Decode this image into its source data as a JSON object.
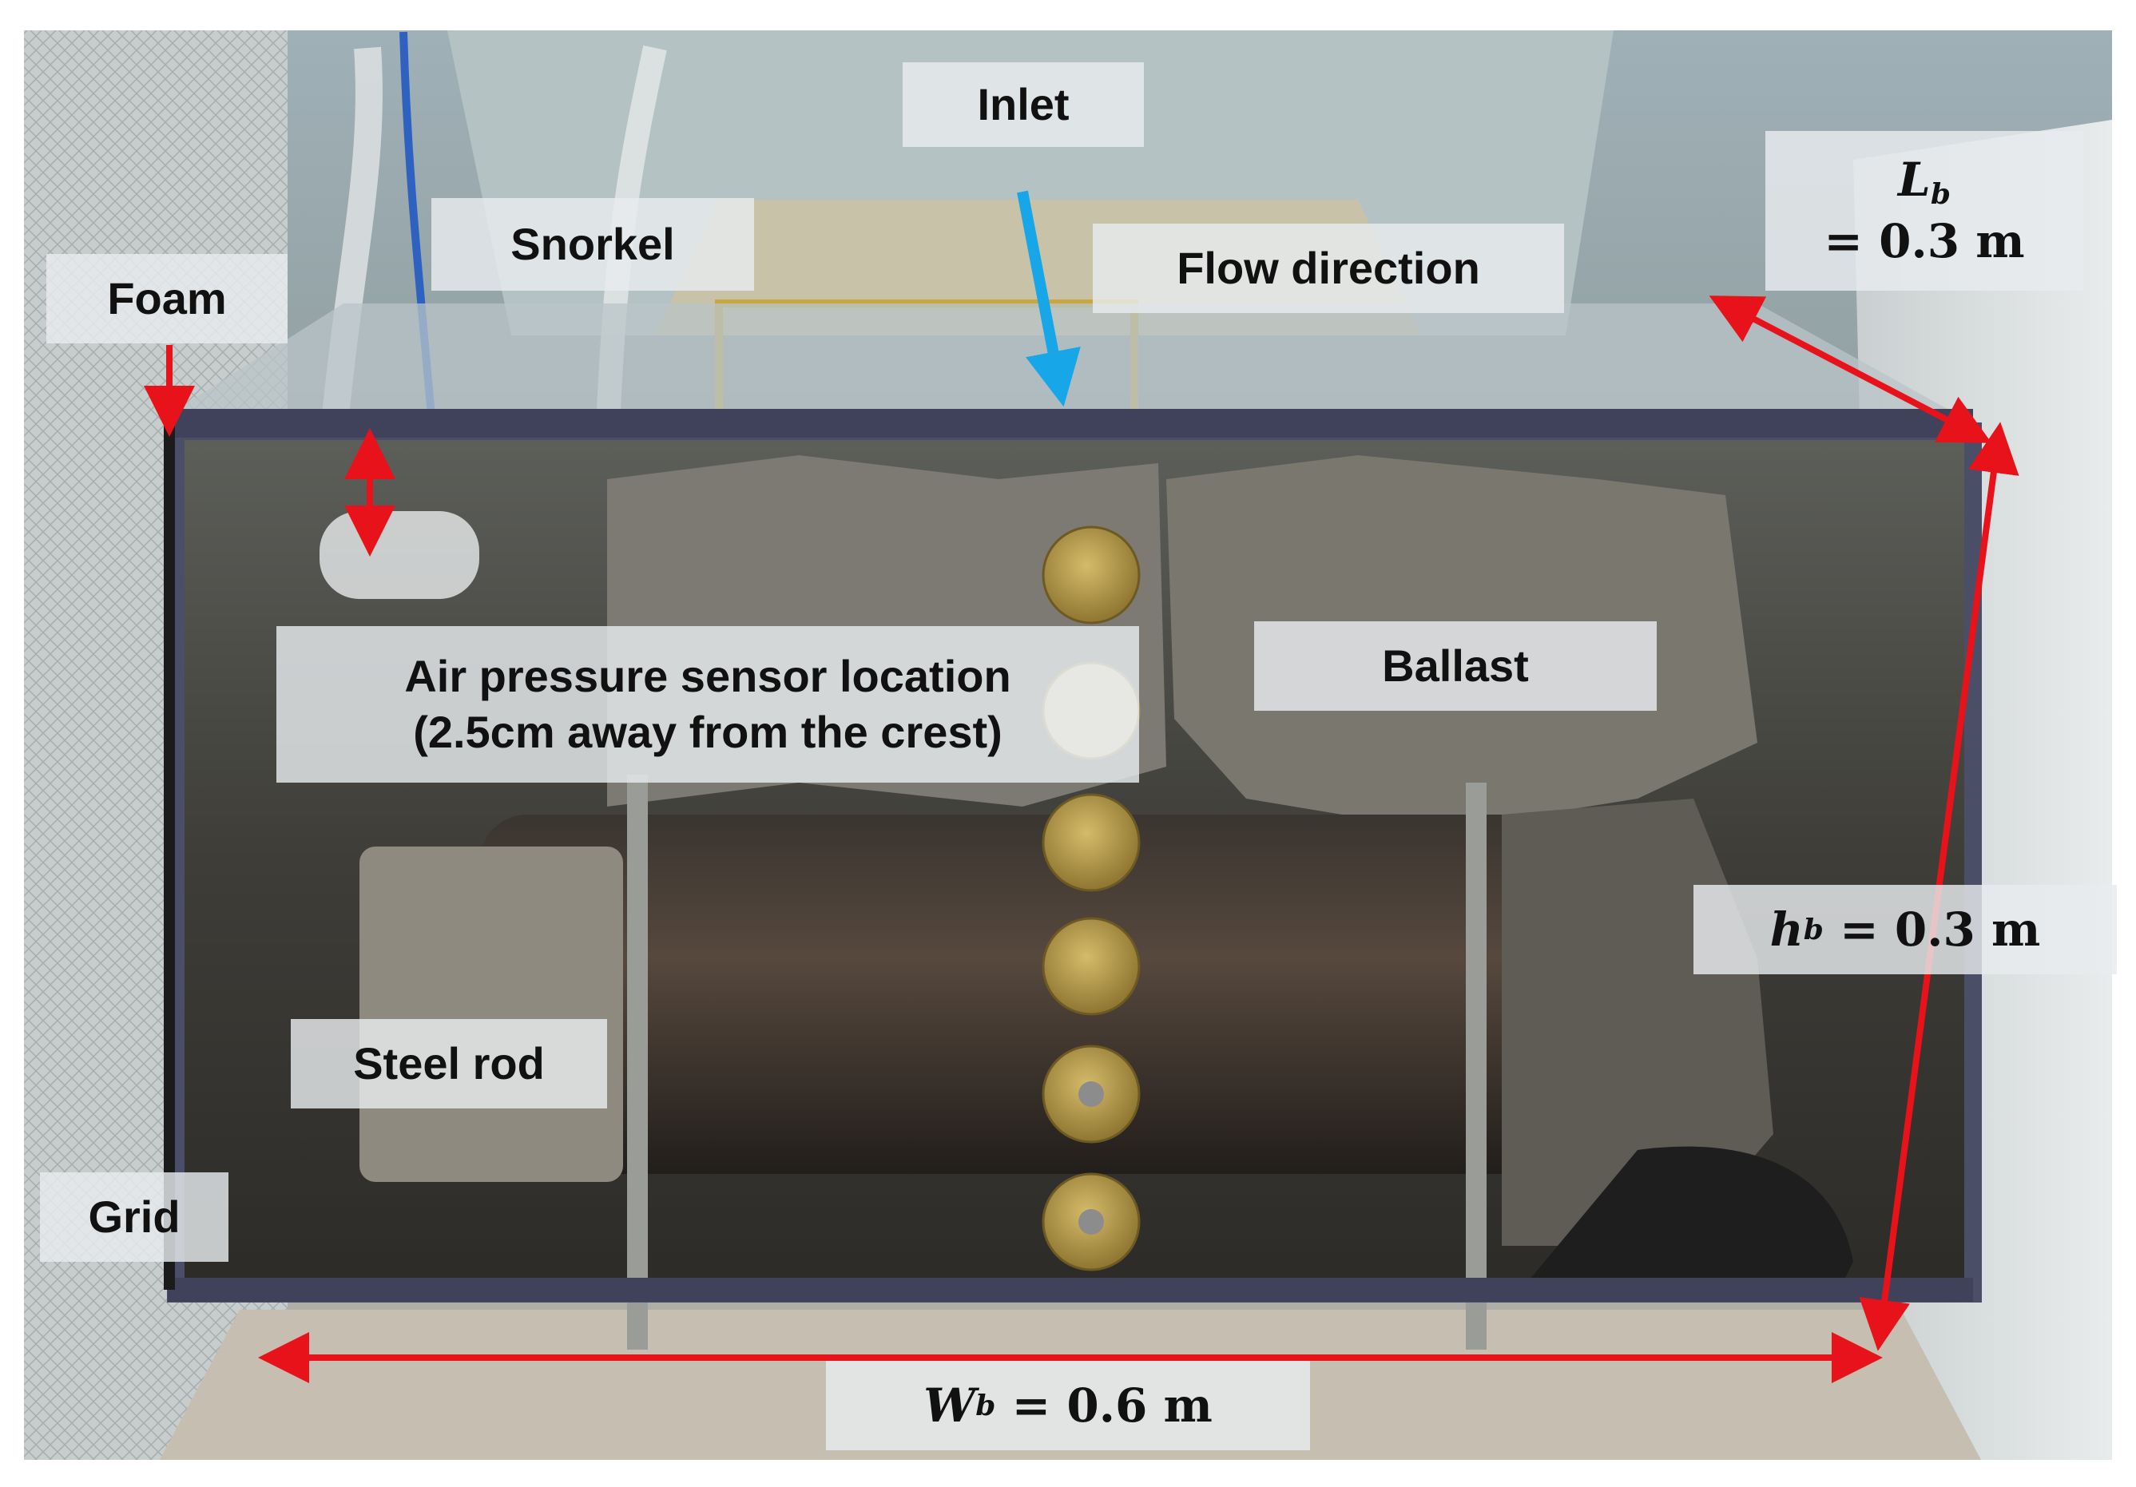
{
  "labels": {
    "inlet": "Inlet",
    "snorkel": "Snorkel",
    "foam": "Foam",
    "flow_direction": "Flow direction",
    "sensor_line1": "Air pressure sensor location",
    "sensor_line2": "(2.5cm away from the crest)",
    "ballast": "Ballast",
    "steel_rod": "Steel rod",
    "grid": "Grid"
  },
  "dimensions": {
    "length": {
      "symbol": "L",
      "subscript": "b",
      "value": "= 0.3 m"
    },
    "height": {
      "symbol": "h",
      "subscript": "b",
      "value": "= 0.3 m"
    },
    "width": {
      "symbol": "W",
      "subscript": "b",
      "value": "=  0.6 m"
    }
  },
  "colors": {
    "dimension_arrow": "#e8121a",
    "flow_arrow": "#17a7e8",
    "label_background": "#e8ecee",
    "box_frame": "#4a4e66",
    "brass_plate": "#b39a45"
  },
  "icons": {
    "flow_arrow": "arrow-down-icon",
    "dimension_arrow": "double-arrow-icon"
  }
}
